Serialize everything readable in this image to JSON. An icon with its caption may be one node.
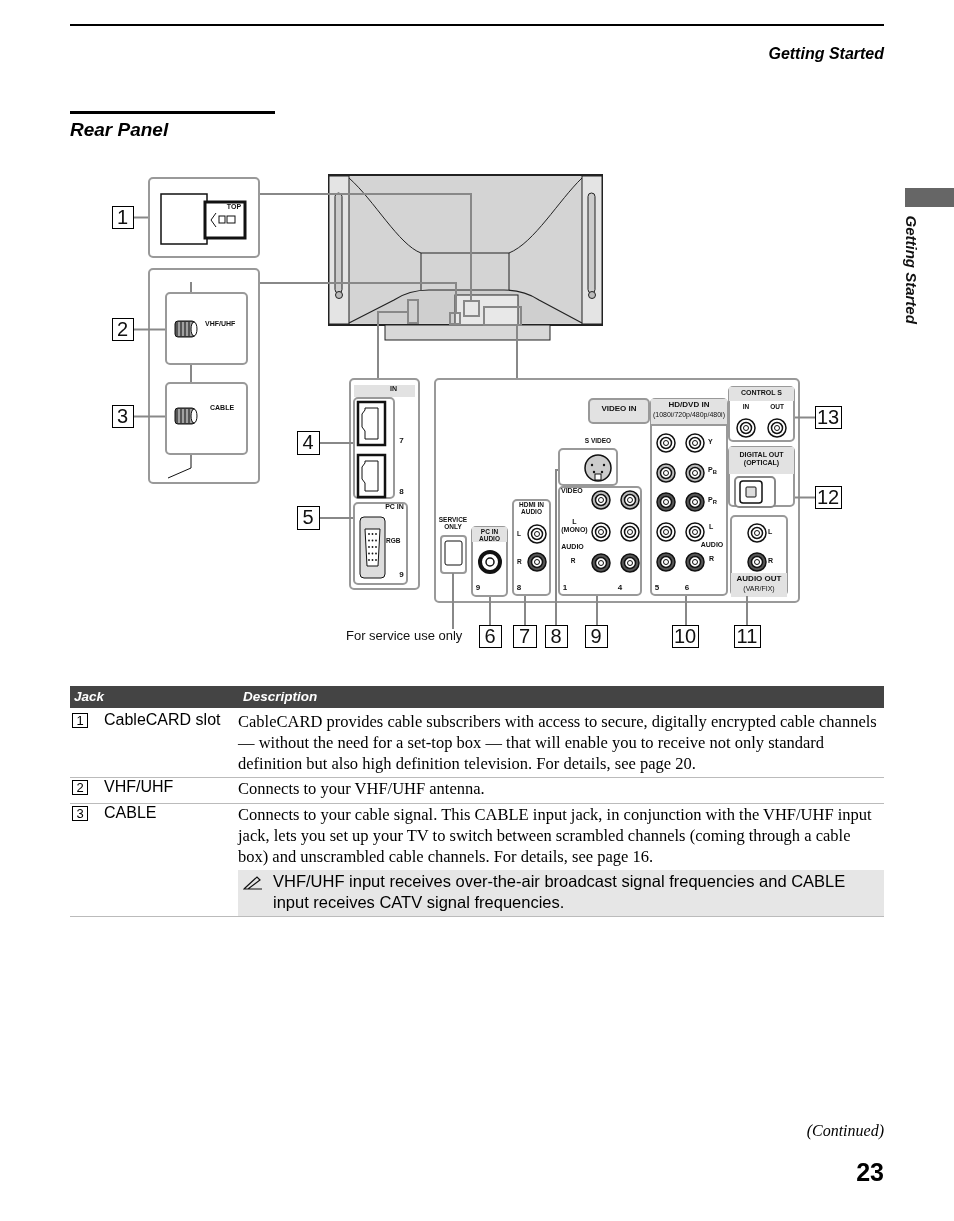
{
  "diagram": {
    "title": "Rear Panel",
    "nodes": [
      {
        "text": [
          "1"
        ]
      },
      {
        "text": [
          "TOP"
        ]
      },
      {
        "text": [],
        "shape": "box"
      },
      {
        "text": [
          "VHF/UHF"
        ],
        "in": 2
      },
      {
        "text": [
          "CABLE"
        ],
        "in": 2
      },
      {
        "text": [
          "2"
        ]
      },
      {
        "text": [
          "3"
        ]
      },
      {
        "text": [],
        "shape": "picture"
      },
      {
        "text": [],
        "shape": "box",
        "in": 7
      },
      {
        "text": [],
        "shape": "box",
        "in": 7
      },
      {
        "text": [],
        "shape": "box",
        "in": 7
      },
      {
        "text": [],
        "shape": "box",
        "in": 7
      },
      {
        "text": [
          "IN",
          "7",
          "8"
        ]
      },
      {
        "text": [],
        "shape": "box",
        "in": 12
      },
      {
        "text": [
          "PC IN",
          "RGB",
          "9"
        ],
        "in": 12
      },
      {
        "text": [
          "4"
        ]
      },
      {
        "text": [
          "5"
        ]
      },
      {
        "text": [],
        "shape": "box"
      },
      {
        "text": [
          "SERVICE ONLY"
        ],
        "in": 17
      },
      {
        "text": [
          "PC IN AUDIO",
          "9"
        ],
        "in": 17
      },
      {
        "text": [
          "HDMI IN AUDIO",
          "L",
          "R",
          "8"
        ],
        "in": 17
      },
      {
        "text": [
          "VIDEO IN"
        ],
        "in": 17
      },
      {
        "text": [
          "S VIDEO"
        ],
        "in": 17
      },
      {
        "text": [
          "VIDEO",
          "L (MONO)",
          "AUDIO",
          "R",
          "1",
          "4"
        ],
        "in": 17
      },
      {
        "text": [
          "HD/DVD IN",
          "(1080i/720p/480p/480i)",
          "Y",
          "P$_{B}$",
          "P$_{R}$",
          "L",
          "AUDIO",
          "R",
          "5",
          "6"
        ],
        "in": 17
      },
      {
        "text": [
          "CONTROL S",
          "IN",
          "OUT"
        ],
        "in": 17
      },
      {
        "text": [
          "DIGITAL OUT (OPTICAL)"
        ],
        "in": 17
      },
      {
        "text": [
          "L",
          "R",
          "AUDIO OUT",
          "(VAR/FIX)"
        ],
        "in": 17
      },
      {
        "text": [
          "For service use only"
        ]
      },
      {
        "text": [
          "6"
        ]
      },
      {
        "text": [
          "7"
        ]
      },
      {
        "text": [
          "8"
        ]
      },
      {
        "text": [
          "9"
        ]
      },
      {
        "text": [
          "10"
        ]
      },
      {
        "text": [
          "11"
        ]
      },
      {
        "text": [
          "12"
        ]
      },
      {
        "text": [
          "13"
        ]
      }
    ],
    "edges": [
      {
        "from": 0,
        "to": 1,
        "arrow": "none"
      },
      {
        "from": 1,
        "to": 10,
        "arrow": "none"
      },
      {
        "from": 5,
        "to": 3,
        "arrow": "none"
      },
      {
        "from": 6,
        "to": 4,
        "arrow": "none"
      },
      {
        "from": 2,
        "to": 9,
        "arrow": "none"
      },
      {
        "from": 15,
        "to": 13,
        "arrow": "none"
      },
      {
        "from": 16,
        "to": 14,
        "arrow": "none"
      },
      {
        "from": 12,
        "to": 8,
        "arrow": "none"
      },
      {
        "from": 17,
        "to": 11,
        "arrow": "none"
      },
      {
        "from": 28,
        "to": 18,
        "arrow": "none"
      },
      {
        "from": 29,
        "to": 19,
        "arrow": "none"
      },
      {
        "from": 30,
        "to": 20,
        "arrow": "none"
      },
      {
        "from": 31,
        "to": 22,
        "arrow": "none"
      },
      {
        "from": 32,
        "to": 23,
        "arrow": "none"
      },
      {
        "from": 33,
        "to": 24,
        "arrow": "none"
      },
      {
        "from": 34,
        "to": 27,
        "arrow": "none"
      },
      {
        "from": 35,
        "to": 26,
        "arrow": "none"
      },
      {
        "from": 36,
        "to": 25,
        "arrow": "none"
      }
    ],
    "labels": [
      "Getting Started",
      "Jack",
      "Description",
      "1",
      "CableCARD slot",
      "CableCARD provides cable subscribers with access to secure, digitally encrypted cable channels — without the need for a set-top box — that will enable you to receive not only standard definition but also high definition television. For details, see page 20.",
      "2",
      "VHF/UHF",
      "Connects to your VHF/UHF antenna.",
      "3",
      "CABLE",
      "Connects to your cable signal. This CABLE input jack, in conjunction with the VHF/UHF input jack, lets you set up your TV to switch between scrambled channels (coming through a cable box) and unscrambled cable channels. For details, see page 16.",
      "VHF/UHF input receives over-the-air broadcast signal frequencies and CABLE input receives CATV signal frequencies.",
      "Getting Started",
      "(Continued)",
      "23"
    ]
  }
}
